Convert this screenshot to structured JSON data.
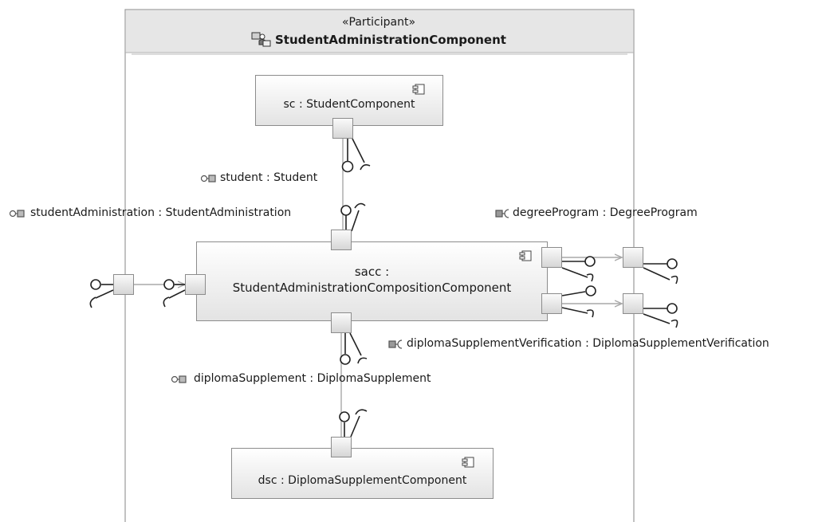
{
  "participant": {
    "stereotype": "«Participant»",
    "name": "StudentAdministrationComponent",
    "icon": "participant-icon"
  },
  "components": {
    "sc": {
      "name": "sc : StudentComponent",
      "icon": "component-icon"
    },
    "sacc": {
      "line1": "sacc :",
      "line2": "StudentAdministrationCompositionComponent",
      "icon": "component-icon"
    },
    "dsc": {
      "name": "dsc : DiplomaSupplementComponent",
      "icon": "component-icon"
    }
  },
  "ports": {
    "student": "student : Student",
    "student_administration": "studentAdministration : StudentAdministration",
    "degree_program": "degreeProgram : DegreeProgram",
    "diploma_supplement_verification": "diplomaSupplementVerification : DiplomaSupplementVerification",
    "diploma_supplement": "diplomaSupplement : DiplomaSupplement"
  },
  "colors": {
    "line": "#8c8c8c",
    "connector": "#a8a8a8",
    "symbol": "#222222"
  }
}
